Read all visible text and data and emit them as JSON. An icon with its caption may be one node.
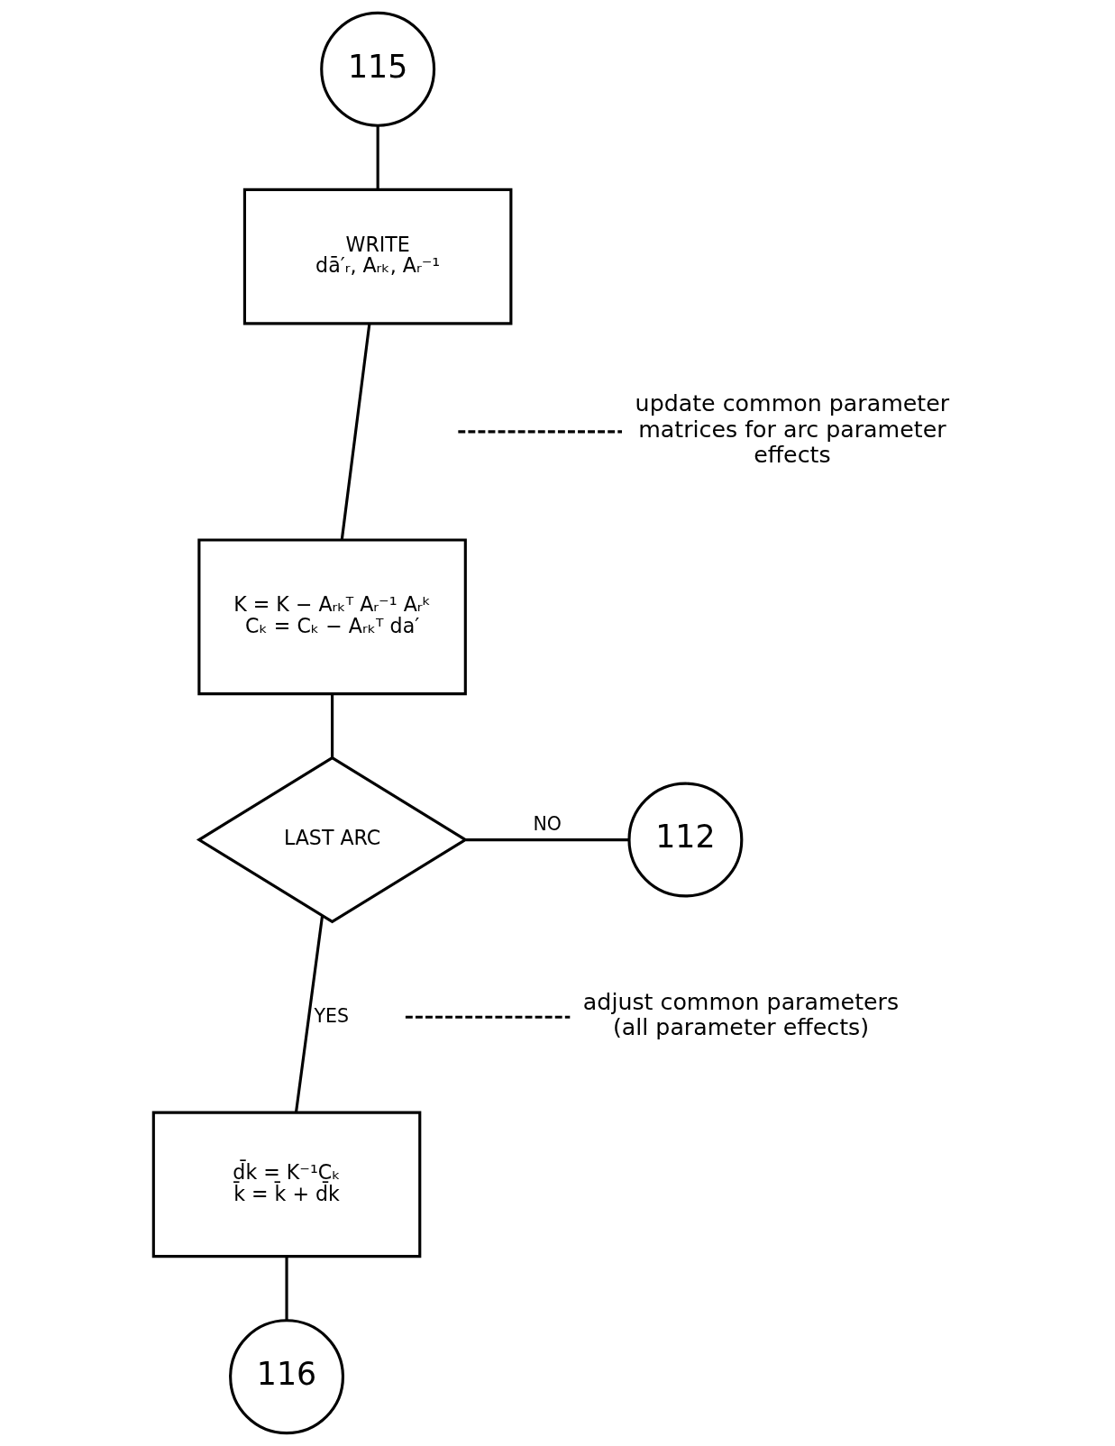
{
  "diagram": {
    "nodes": [
      {
        "text": [
          "115"
        ]
      },
      {
        "text": [
          "WRITE",
          "dā′ᵣ, Aᵣₖ, Aᵣ⁻¹"
        ]
      },
      {
        "text": [
          "K = K − Aᵣₖᵀ Aᵣ⁻¹ Aᵣᵏ",
          "Cₖ = Cₖ − Aᵣₖᵀ da′"
        ]
      },
      {
        "text": [
          "LAST ARC"
        ]
      },
      {
        "text": [
          "112"
        ]
      },
      {
        "text": [
          "d̄k = K⁻¹Cₖ",
          "k̄ = k̄ + d̄k"
        ]
      },
      {
        "text": [
          "116"
        ]
      },
      {
        "text": [
          "update common parameter matrices for arc parameter effects"
        ]
      },
      {
        "text": [
          "adjust common parameters (all parameter effects)"
        ]
      }
    ],
    "edges": [
      {
        "from": 0,
        "to": 1,
        "arrow": "none"
      },
      {
        "from": 1,
        "to": 2,
        "arrow": "none"
      },
      {
        "from": 2,
        "to": 3,
        "arrow": "none"
      },
      {
        "from": 3,
        "to": 4,
        "arrow": "none",
        "label": "NO"
      },
      {
        "from": 3,
        "to": 5,
        "arrow": "none",
        "label": "YES"
      },
      {
        "from": 5,
        "to": 6,
        "arrow": "none"
      },
      {
        "from": 7,
        "to": null,
        "arrow": "none",
        "style": "dashed"
      },
      {
        "from": 8,
        "to": null,
        "arrow": "none",
        "style": "dashed"
      }
    ]
  }
}
